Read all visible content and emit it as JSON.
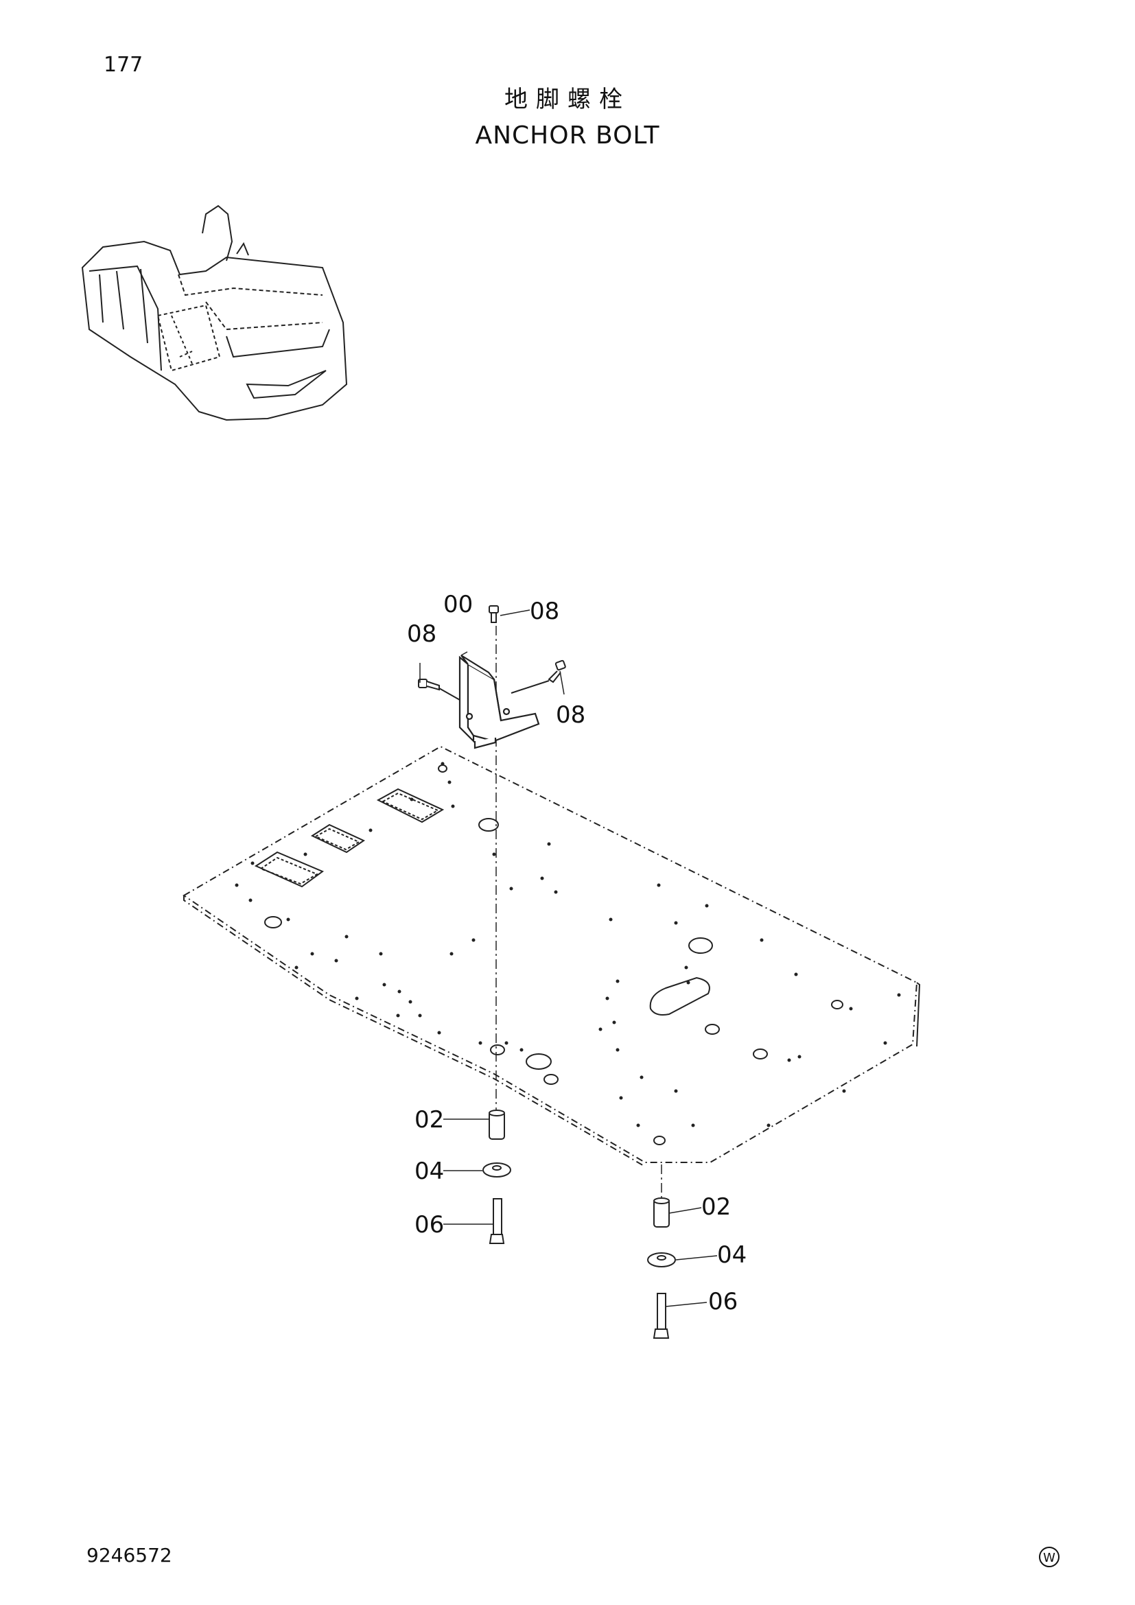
{
  "header": {
    "page_number": "177",
    "title_cn": "地脚螺栓",
    "title_en": "ANCHOR BOLT"
  },
  "footer": {
    "doc_number": "9246572",
    "mark": "W"
  },
  "callouts": {
    "c00": "00",
    "c08_top": "08",
    "c08_left": "08",
    "c08_right": "08",
    "c02_left": "02",
    "c04_left": "04",
    "c06_left": "06",
    "c02_right": "02",
    "c04_right": "04",
    "c06_right": "06"
  }
}
